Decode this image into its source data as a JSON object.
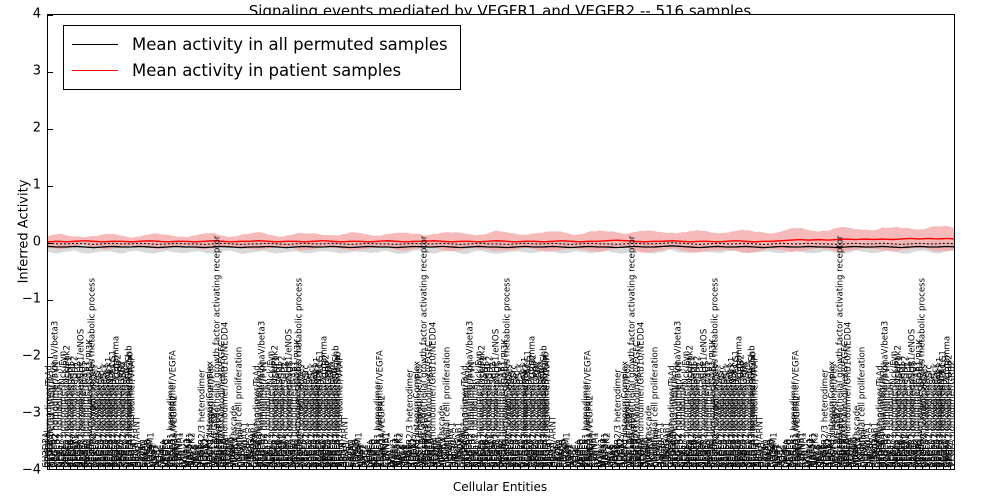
{
  "chart_data": {
    "type": "line",
    "title": "Signaling events mediated by VEGFR1 and VEGFR2 -- 516 samples",
    "xlabel": "Cellular Entities",
    "ylabel": "Inferred Activity",
    "ylim": [
      -4,
      4
    ],
    "yticks": [
      4,
      3,
      2,
      1,
      0,
      -1,
      -2,
      -3,
      -4
    ],
    "grid": false,
    "legend_position": "upper left",
    "n_samples": 516,
    "series": [
      {
        "name": "Mean activity in all permuted samples",
        "color": "#000000",
        "style": "solid",
        "band_color": "#d9d9d9",
        "values": [
          -0.06,
          -0.07,
          -0.07,
          -0.06,
          -0.07,
          -0.08,
          -0.07,
          -0.06,
          -0.07,
          -0.07,
          -0.06,
          -0.07,
          -0.08,
          -0.07,
          -0.06,
          -0.07,
          -0.07,
          -0.08,
          -0.07,
          -0.06,
          -0.07,
          -0.08,
          -0.07,
          -0.07,
          -0.06,
          -0.07,
          -0.08,
          -0.07,
          -0.06,
          -0.07,
          -0.07,
          -0.06,
          -0.07,
          -0.08,
          -0.07,
          -0.06,
          -0.07,
          -0.07,
          -0.08,
          -0.07,
          -0.06,
          -0.07,
          -0.07,
          -0.06,
          -0.07,
          -0.08,
          -0.07,
          -0.06,
          -0.07,
          -0.07,
          -0.08,
          -0.07,
          -0.06,
          -0.07,
          -0.07,
          -0.06,
          -0.07,
          -0.08,
          -0.07,
          -0.06,
          -0.07,
          -0.07,
          -0.08,
          -0.07,
          -0.06,
          -0.07,
          -0.07,
          -0.06,
          -0.05,
          -0.06,
          -0.07,
          -0.08,
          -0.07,
          -0.06,
          -0.07,
          -0.07,
          -0.06,
          -0.07,
          -0.08,
          -0.07,
          -0.06,
          -0.07,
          -0.07,
          -0.06,
          -0.07,
          -0.07,
          -0.08,
          -0.07,
          -0.06,
          -0.07,
          -0.07,
          -0.06,
          -0.07,
          -0.08,
          -0.07,
          -0.06,
          -0.07,
          -0.07,
          -0.06,
          -0.07
        ]
      },
      {
        "name": "Mean activity in patient samples",
        "color": "#ff0000",
        "style": "solid",
        "band_color": "#f5a6a6",
        "values": [
          0.02,
          0.03,
          0.02,
          0.03,
          0.04,
          0.03,
          0.02,
          0.03,
          0.03,
          0.02,
          0.03,
          0.04,
          0.03,
          0.02,
          0.03,
          0.03,
          0.02,
          0.03,
          0.04,
          0.03,
          0.02,
          0.03,
          0.03,
          0.04,
          0.03,
          0.02,
          0.03,
          0.03,
          0.02,
          0.03,
          0.04,
          0.03,
          0.02,
          0.03,
          0.03,
          0.02,
          0.03,
          0.04,
          0.03,
          0.02,
          0.03,
          0.03,
          0.04,
          0.03,
          0.02,
          0.03,
          0.03,
          0.02,
          0.03,
          0.04,
          0.03,
          0.02,
          0.03,
          0.03,
          0.02,
          0.03,
          0.04,
          0.03,
          0.02,
          0.03,
          0.03,
          0.04,
          0.05,
          0.04,
          0.03,
          0.02,
          0.03,
          0.03,
          0.04,
          0.03,
          0.02,
          0.03,
          0.03,
          0.02,
          0.03,
          0.04,
          0.03,
          0.02,
          0.03,
          0.03,
          0.04,
          0.05,
          0.06,
          0.05,
          0.06,
          0.05,
          0.06,
          0.07,
          0.06,
          0.07,
          0.06,
          0.07,
          0.06,
          0.07,
          0.08,
          0.07,
          0.08,
          0.07,
          0.08,
          0.07
        ]
      }
    ],
    "categories": [
      "SH2D2A",
      "CytBskel",
      "VEGFA homodimer/TsAd",
      "VEGFA/beta3 integrin",
      "ITGB3",
      "VEGFR2 homodimer/alphaV/beta3",
      "VEGFR2 homodimer/FYN",
      "FYN",
      "VEGFR2 homodimer",
      "NCK1",
      "VEGFA homodimer/Nck/Fyn",
      "PAK2",
      "VEGFA homodimer/Nck/Pak2",
      "VEGFR2 homodimer/SHP1",
      "PTPN6",
      "VEGFA homodimer/SHP1",
      "VEGFR2 homodimer/SHP2",
      "PTPN11",
      "VEGFA homodimer/SHP2",
      "NOS3",
      "VEGFR2 homodimer/SHP1/eNOS",
      "VEGFA homodimer/eNOS",
      "GAB1",
      "VEGFA homodimer/GAB1",
      "PIK3R1",
      "VEGFA homodimer/GAB1/PI3K",
      "Reactive Oxygen Species metabolic process",
      "VEGFR2 homodimer/Yes",
      "YES1",
      "VEGFA homodimer/Yes",
      "VEGFR2 homodimer/Src",
      "SRC",
      "VEGFA homodimer/Src",
      "VEGFR2 homodimer/Sck",
      "SHC2",
      "VEGFA homodimer/Sck",
      "VEGFR2 homodimer/Nck1",
      "VEGFA homodimer/Nck1",
      "VEGFR2 homodimer/PLCG1",
      "PLCG1",
      "VEGFA homodimer/PLCgamma",
      "VEGFR2 homodimer/GRB2",
      "GRB2",
      "VEGFA homodimer/GRB2",
      "VEGFR2 homodimer/Shb",
      "SHB",
      "VEGFA homodimer/Shb",
      "VEGFR2 homodimer/Src/Shb",
      "VEGFA homodimer/Src/Shb",
      "VEGFR2 homodimer/VRAP",
      "HIF1A",
      "ARNT",
      "HIF1A/ARNT",
      "EPAS1",
      "Ca2+",
      "CAV1",
      "CALM1",
      "PRKCA",
      "PRKCB",
      "CD34",
      "PECAM1",
      "NOS2",
      "NRP1",
      "NRP2",
      "FLT1",
      "KDR",
      "FLT4",
      "VEGFA",
      "VEGFB",
      "VEGFC",
      "PGF",
      "VEGFR1 homodimer",
      "VEGFR1 homodimer/VEGFA",
      "SH2D2A/VEGFR2",
      "CDH5",
      "CTNNB1",
      "CTNNA1",
      "JUP",
      "PXN",
      "VCL",
      "MAPK1",
      "MAPK3",
      "MAP2K1",
      "MAP2K2",
      "RAF1",
      "HRAS",
      "KRAS",
      "NRAS",
      "SOS1",
      "VEGFR2/3 heterodimer",
      "ROCK1",
      "ROCK2",
      "RHOA",
      "ROCK1/Integrin Complex",
      "VEGFR2 homodimer/Fes",
      "FES",
      "NRP1/VEGFR2",
      "Vascular endothelial growth factor activating receptor",
      "PDGFB",
      "PDGFB/NRP1",
      "VEGFR2/3 homodimer/VEGFC",
      "GRB10",
      "VEGFA homodimer/GRB10/NEDD4",
      "NEDD4",
      "PTK2",
      "Paxillin",
      "Vinculin",
      "MAPK cascade",
      "PIK3CA",
      "AKT1",
      "Endothelial cell proliferation",
      "Citrulline",
      "NO",
      "HSP90AA1",
      "Hsp90",
      "CBL",
      "PIK3R2",
      "PI3K/GAB1"
    ]
  },
  "axes": {
    "y_tick_labels": [
      "4",
      "3",
      "2",
      "1",
      "0",
      "-1",
      "-2",
      "-3",
      "-4"
    ],
    "y_axis_title": "Inferred Activity",
    "x_axis_title": "Cellular Entities"
  },
  "legend": {
    "entries": [
      {
        "label": "Mean activity in all permuted samples",
        "color": "#000000"
      },
      {
        "label": "Mean activity in patient samples",
        "color": "#ff0000"
      }
    ]
  },
  "title": "Signaling events mediated by VEGFR1 and VEGFR2 -- 516 samples"
}
